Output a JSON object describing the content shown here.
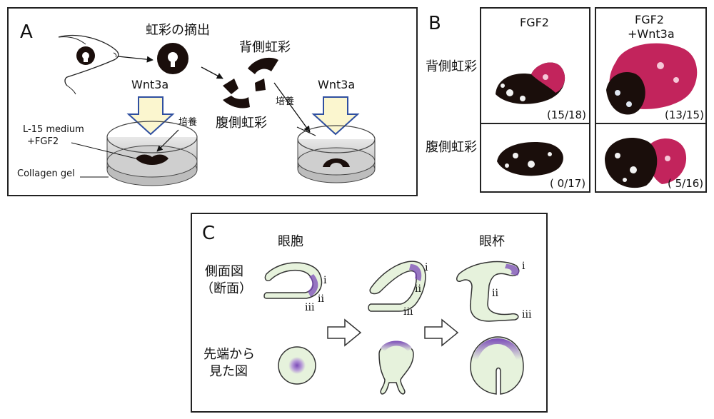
{
  "panel_a": {
    "letter": "A",
    "iris_extraction": "虹彩の摘出",
    "dorsal_iris": "背側虹彩",
    "ventral_iris": "腹側虹彩",
    "culture_left": "培養",
    "culture_right": "培養",
    "wnt3a_left": "Wnt3a",
    "wnt3a_right": "Wnt3a",
    "medium_line1": "L-15 medium",
    "medium_line2": "+FGF2",
    "collagen_gel": "Collagen gel"
  },
  "panel_b": {
    "letter": "B",
    "row_dorsal": "背側虹彩",
    "row_ventral": "腹側虹彩",
    "col1_header": "FGF2",
    "col2_header_line1": "FGF2",
    "col2_header_line2": "+Wnt3a",
    "counts": {
      "fgf2_dorsal": "(15/18)",
      "fgf2_ventral": "( 0/17)",
      "wnt_dorsal": "(13/15)",
      "wnt_ventral": "( 5/16)"
    }
  },
  "panel_c": {
    "letter": "C",
    "optic_vesicle": "眼胞",
    "optic_cup": "眼杯",
    "side_view_line1": "側面図",
    "side_view_line2": "（断面）",
    "tip_view_line1": "先端から",
    "tip_view_line2": "見た図",
    "roman": {
      "i": "i",
      "ii": "ii",
      "iii": "iii"
    }
  },
  "colors": {
    "tissue_fill": "#e6f2dc",
    "purple": "#7b4bb8",
    "pigment": "#1a0e0b",
    "pink_stain": "#c2245c",
    "arrow_fill": "#fbf6cf",
    "arrow_stroke": "#2f4fa0",
    "dish_gray": "#c8c8c8"
  }
}
